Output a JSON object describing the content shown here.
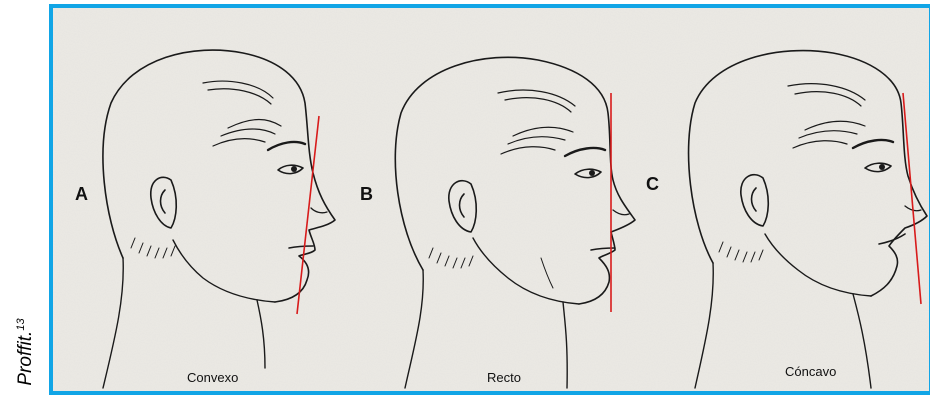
{
  "citation": {
    "author": "Proffit.",
    "reference_number": "13"
  },
  "panels": [
    {
      "letter": "A",
      "label": "Convexo"
    },
    {
      "letter": "B",
      "label": "Recto"
    },
    {
      "letter": "C",
      "label": "Cóncavo"
    }
  ],
  "colors": {
    "frame_border": "#11a5e6",
    "profile_line": "#d81b1b",
    "drawing_ink": "#1a1a1a",
    "paper": "#ebe9e4"
  }
}
